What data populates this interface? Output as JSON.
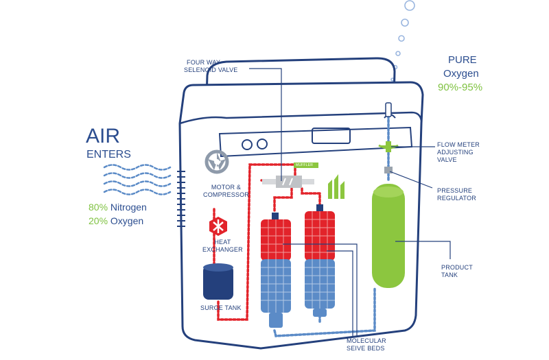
{
  "air": {
    "title": "AIR",
    "subtitle": "ENTERS",
    "nitrogen_pct": "80%",
    "nitrogen_label": "Nitrogen",
    "oxygen_pct": "20%",
    "oxygen_label": "Oxygen"
  },
  "output": {
    "title": "PURE",
    "subtitle": "Oxygen",
    "range": "90%-95%"
  },
  "labels": {
    "valve_line1": "FOUR WAY",
    "valve_line2": "SELENOID VALVE",
    "motor_line1": "MOTOR &",
    "motor_line2": "COMPRESSOR",
    "heat_line1": "HEAT",
    "heat_line2": "EXCHANGER",
    "surge": "SURGE TANK",
    "beds_line1": "MOLECULAR",
    "beds_line2": "SEIVE BEDS",
    "flow_line1": "FLOW METER",
    "flow_line2": "ADJUSTING",
    "flow_line3": "VALVE",
    "pressure_line1": "PRESSURE",
    "pressure_line2": "REGULATOR",
    "product_line1": "PRODUCT",
    "product_line2": "TANK",
    "muffler": "MUFFLER"
  },
  "colors": {
    "outline": "#24407c",
    "air_path": "#e2232a",
    "oxygen_path": "#5b8bc7",
    "product_tank": "#8cc63f",
    "accent_text": "#7fc241"
  }
}
